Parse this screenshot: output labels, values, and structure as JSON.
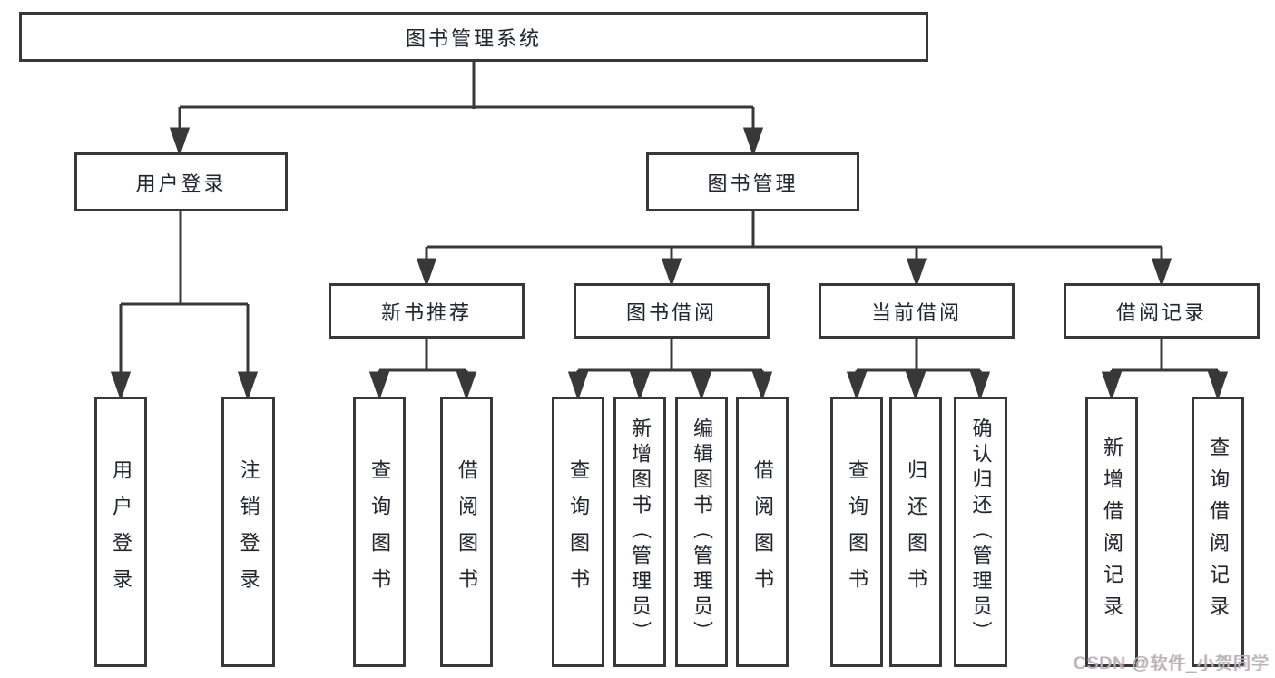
{
  "tree": {
    "label": "图书管理系统",
    "children": [
      {
        "label": "用户登录",
        "children": [
          {
            "label": "用户登录"
          },
          {
            "label": "注销登录"
          }
        ]
      },
      {
        "label": "图书管理",
        "children": [
          {
            "label": "新书推荐",
            "children": [
              {
                "label": "查询图书"
              },
              {
                "label": "借阅图书"
              }
            ]
          },
          {
            "label": "图书借阅",
            "children": [
              {
                "label": "查询图书"
              },
              {
                "label": "新增图书（管理员）"
              },
              {
                "label": "编辑图书（管理员）"
              },
              {
                "label": "借阅图书"
              }
            ]
          },
          {
            "label": "当前借阅",
            "children": [
              {
                "label": "查询图书"
              },
              {
                "label": "归还图书"
              },
              {
                "label": "确认归还（管理员）"
              }
            ]
          },
          {
            "label": "借阅记录",
            "children": [
              {
                "label": "新增借阅记录"
              },
              {
                "label": "查询借阅记录"
              }
            ]
          }
        ]
      }
    ]
  },
  "colors": {
    "line": "#383838",
    "text": "#262626",
    "watermark": "#b5b5b5",
    "background": "#ffffff"
  },
  "watermark": "CSDN @软件_小贺同学"
}
